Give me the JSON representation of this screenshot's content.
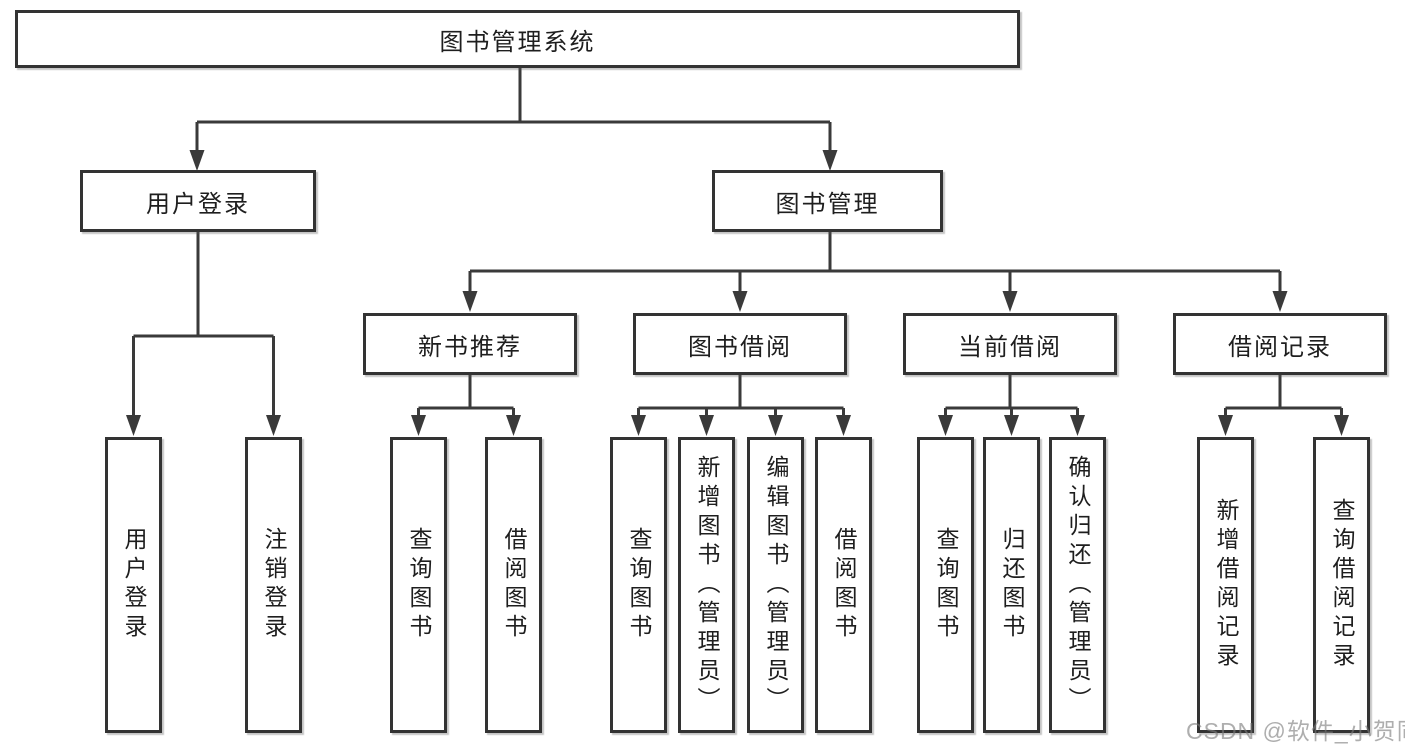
{
  "tree": {
    "root": {
      "label": "图书管理系统"
    },
    "level2": [
      {
        "label": "用户登录",
        "parent": "图书管理系统"
      },
      {
        "label": "图书管理",
        "parent": "图书管理系统"
      }
    ],
    "level3": [
      {
        "label": "新书推荐",
        "parent": "图书管理"
      },
      {
        "label": "图书借阅",
        "parent": "图书管理"
      },
      {
        "label": "当前借阅",
        "parent": "图书管理"
      },
      {
        "label": "借阅记录",
        "parent": "图书管理"
      }
    ],
    "leaves": [
      {
        "label": "用户登录",
        "parent": "用户登录"
      },
      {
        "label": "注销登录",
        "parent": "用户登录"
      },
      {
        "label": "查询图书",
        "parent": "新书推荐"
      },
      {
        "label": "借阅图书",
        "parent": "新书推荐"
      },
      {
        "label": "查询图书",
        "parent": "图书借阅"
      },
      {
        "label": "新增图书（管理员）",
        "parent": "图书借阅"
      },
      {
        "label": "编辑图书（管理员）",
        "parent": "图书借阅"
      },
      {
        "label": "借阅图书",
        "parent": "图书借阅"
      },
      {
        "label": "查询图书",
        "parent": "当前借阅"
      },
      {
        "label": "归还图书",
        "parent": "当前借阅"
      },
      {
        "label": "确认归还（管理员）",
        "parent": "当前借阅"
      },
      {
        "label": "新增借阅记录",
        "parent": "借阅记录"
      },
      {
        "label": "查询借阅记录",
        "parent": "借阅记录"
      }
    ]
  },
  "watermark": {
    "text": "CSDN @软件_小贺同学"
  },
  "colors": {
    "line": "#3a3a3a",
    "box_border": "#333333",
    "text": "#1e1e1e",
    "background": "#ffffff",
    "watermark": "#7d7d7d"
  }
}
